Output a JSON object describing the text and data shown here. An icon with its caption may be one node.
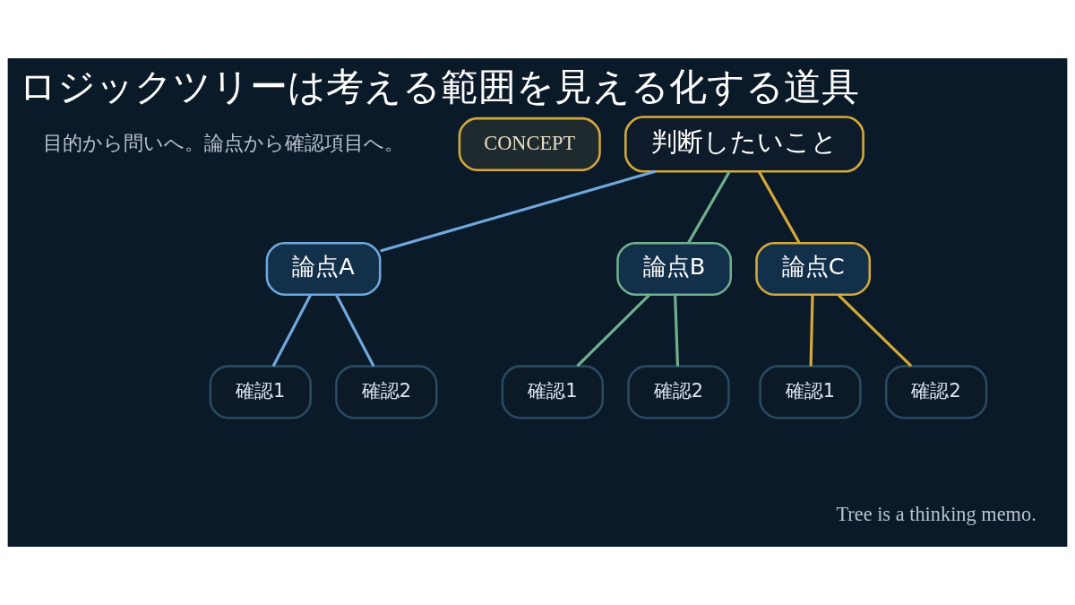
{
  "diagram": {
    "title": "ロジックツリーは考える範囲を見える化する道具",
    "nodes": [
      {
        "text": [
          "判断したいこと"
        ]
      },
      {
        "text": [
          "論点A"
        ]
      },
      {
        "text": [
          "論点B"
        ]
      },
      {
        "text": [
          "論点C"
        ]
      },
      {
        "text": [
          "確認1"
        ]
      },
      {
        "text": [
          "確認2"
        ]
      },
      {
        "text": [
          "確認1"
        ]
      },
      {
        "text": [
          "確認2"
        ]
      },
      {
        "text": [
          "確認1"
        ]
      },
      {
        "text": [
          "確認2"
        ]
      },
      {
        "text": [
          "CONCEPT"
        ]
      }
    ],
    "edges": [
      {
        "from": 0,
        "to": 1,
        "arrow": "none",
        "color": "#6fa8dc"
      },
      {
        "from": 0,
        "to": 2,
        "arrow": "none",
        "color": "#6fb08f"
      },
      {
        "from": 0,
        "to": 3,
        "arrow": "none",
        "color": "#d4a93a"
      },
      {
        "from": 1,
        "to": 4,
        "arrow": "none",
        "color": "#6fa8dc"
      },
      {
        "from": 1,
        "to": 5,
        "arrow": "none",
        "color": "#6fa8dc"
      },
      {
        "from": 2,
        "to": 6,
        "arrow": "none",
        "color": "#6fb08f"
      },
      {
        "from": 2,
        "to": 7,
        "arrow": "none",
        "color": "#6fb08f"
      },
      {
        "from": 3,
        "to": 8,
        "arrow": "none",
        "color": "#d4a93a"
      },
      {
        "from": 3,
        "to": 9,
        "arrow": "none",
        "color": "#d4a93a"
      }
    ],
    "labels": [
      "目的から問いへ。論点から確認項目へ。",
      "Tree is a thinking memo."
    ]
  }
}
